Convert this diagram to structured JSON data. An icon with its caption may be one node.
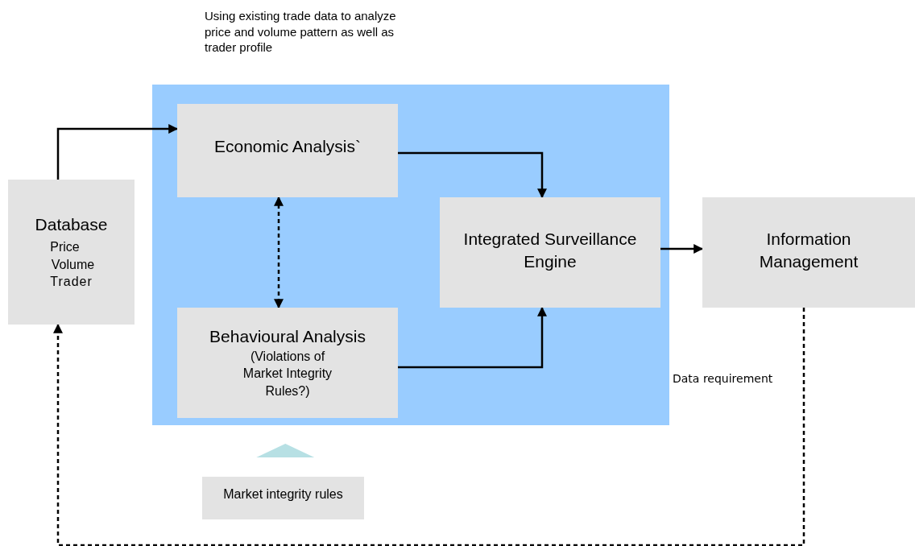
{
  "diagram": {
    "nodes": [
      {
        "text": [
          "Database",
          "Price",
          "Volume",
          "Trader"
        ]
      },
      {
        "text": [],
        "shape": "box",
        "beside": [
          "Using existing trade data to analyze price and volume pattern as well as trader profile"
        ]
      },
      {
        "text": [
          "Economic Analysis`"
        ],
        "in": 1
      },
      {
        "text": [
          "Integrated Surveillance Engine"
        ],
        "in": 1
      },
      {
        "text": [
          "Behavioural Analysis",
          "(Violations of Market Integrity Rules?)"
        ],
        "in": 1
      },
      {
        "text": [
          "Information Management"
        ]
      },
      {
        "text": [
          "Market integrity rules"
        ]
      }
    ],
    "edges": [
      {
        "from": 0,
        "to": 2,
        "arrow": "to"
      },
      {
        "from": 2,
        "to": 4,
        "arrow": "both",
        "style": "dashed"
      },
      {
        "from": 2,
        "to": 3,
        "arrow": "to"
      },
      {
        "from": 4,
        "to": 3,
        "arrow": "to"
      },
      {
        "from": 3,
        "to": 5,
        "arrow": "to"
      },
      {
        "from": 5,
        "to": 0,
        "arrow": "to",
        "style": "dashed",
        "label": "Data requirement"
      },
      {
        "from": 6,
        "to": 4,
        "arrow": "to",
        "color": "#b7e0e4"
      }
    ]
  }
}
